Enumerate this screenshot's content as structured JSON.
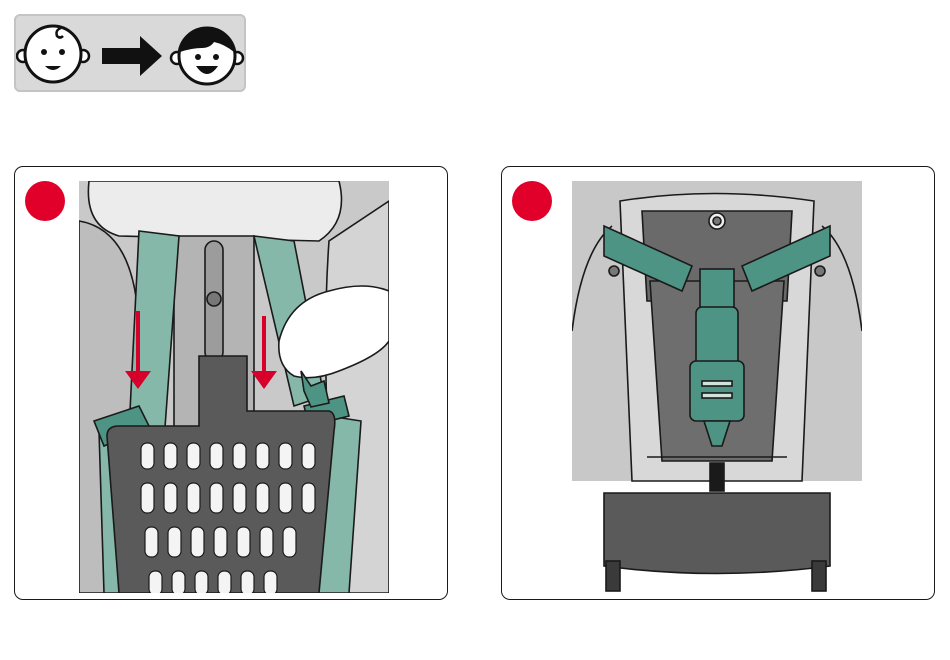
{
  "age_indicator": {
    "from_icon": "baby-face-icon",
    "arrow_icon": "right-arrow-icon",
    "to_icon": "child-face-icon",
    "badge_color": "#d9d9d9"
  },
  "steps": [
    {
      "number_icon": "red-step-dot",
      "illustration": "remove-infant-insert-illustration",
      "arrow_color": "#d6002a"
    },
    {
      "number_icon": "red-step-dot",
      "illustration": "seat-with-harness-illustration"
    }
  ],
  "colors": {
    "accent": "#e0002a",
    "harness": "#4e9485",
    "harness_light": "#86b8aa",
    "seat_grey": "#c8c8c8",
    "seat_dark": "#5a5a5a"
  }
}
